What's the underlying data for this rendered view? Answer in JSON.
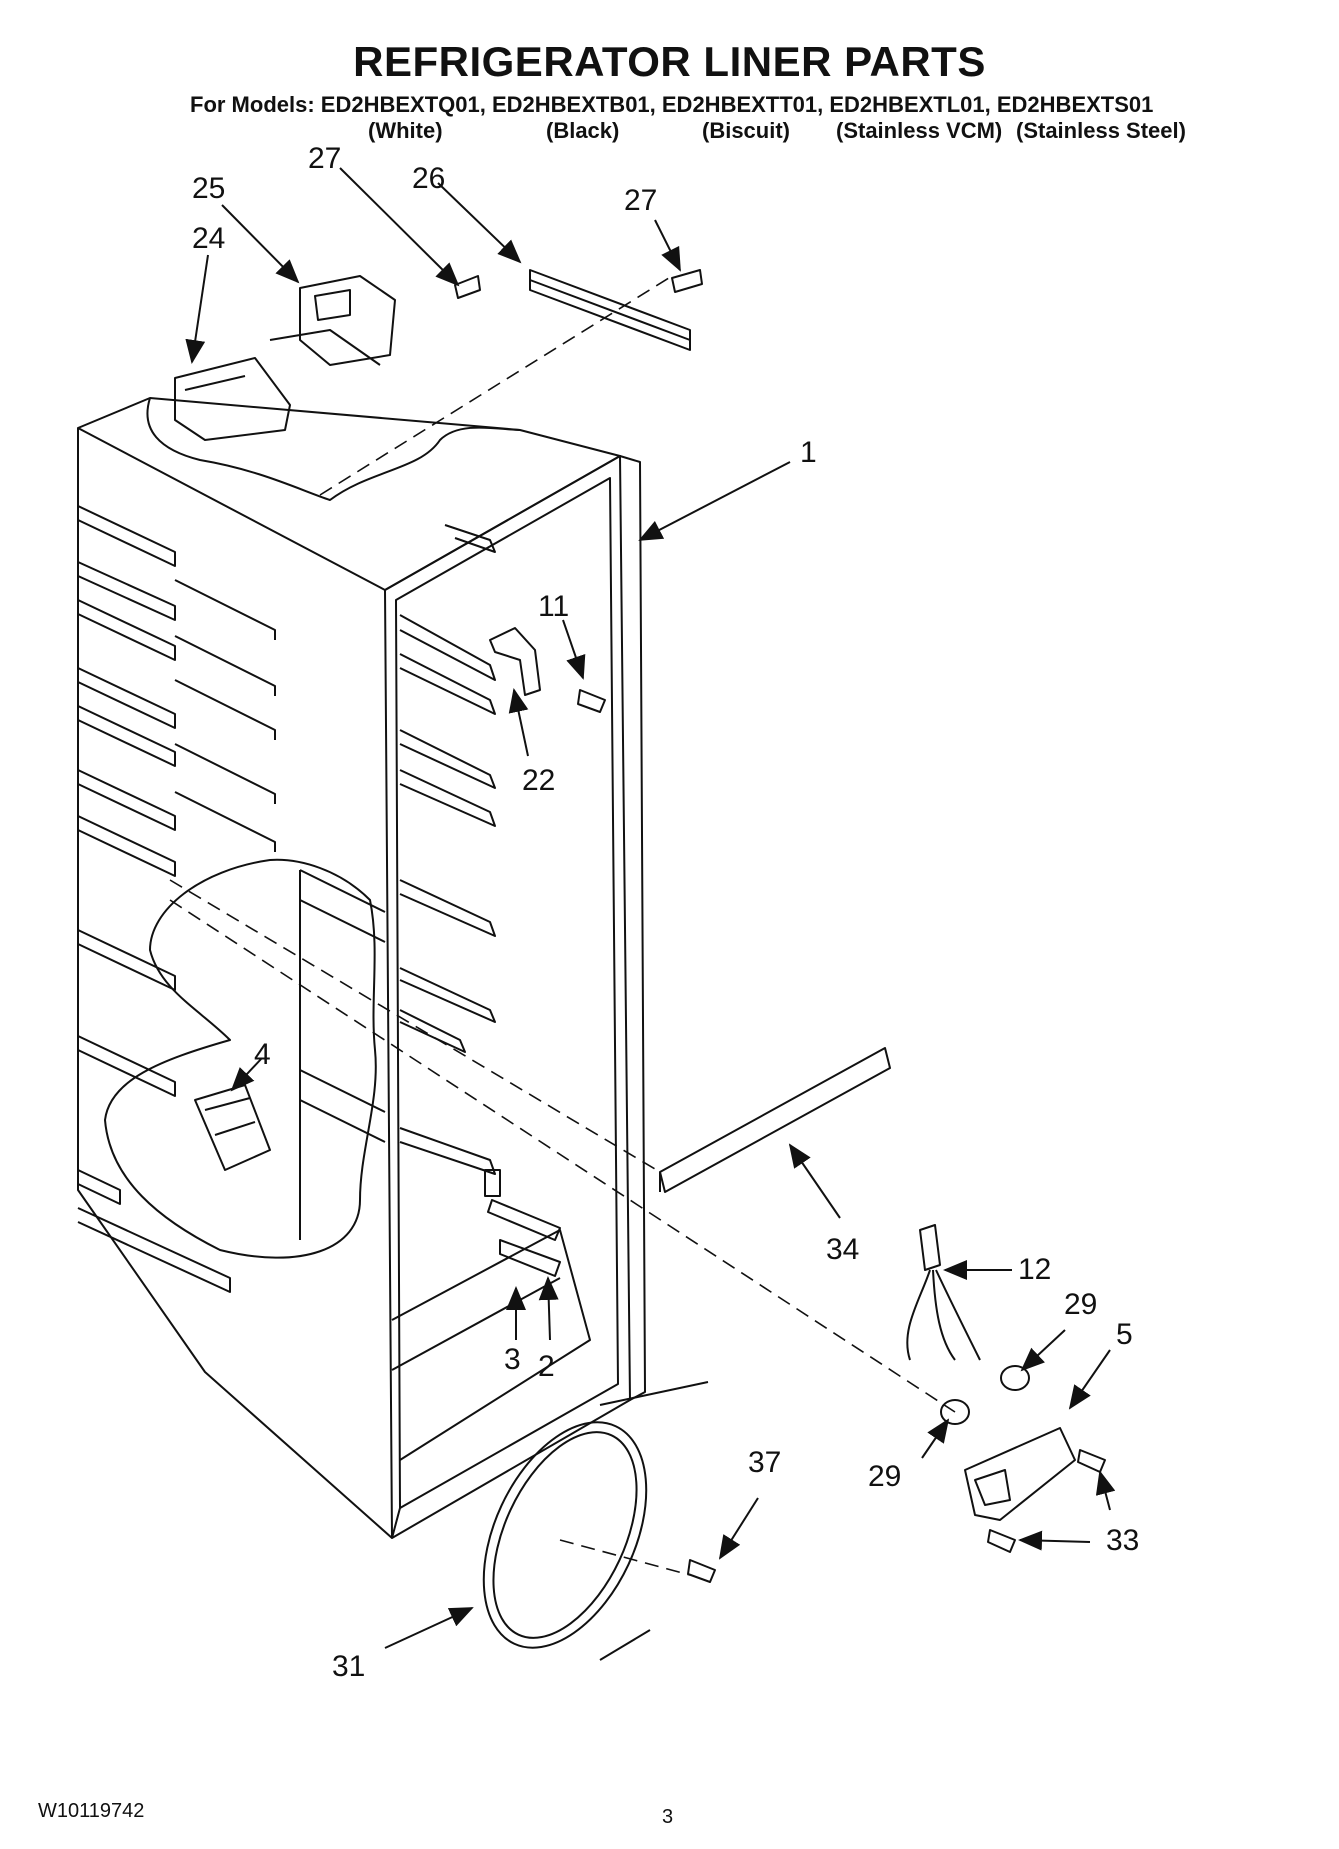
{
  "header": {
    "title": "REFRIGERATOR LINER PARTS",
    "models_line": "For Models: ED2HBEXTQ01, ED2HBEXTB01, ED2HBEXTT01, ED2HBEXTL01, ED2HBEXTS01",
    "colors": [
      "(White)",
      "(Black)",
      "(Biscuit)",
      "(Stainless VCM)",
      "(Stainless Steel)"
    ]
  },
  "callouts": [
    "27",
    "25",
    "26",
    "27",
    "24",
    "1",
    "11",
    "22",
    "4",
    "34",
    "12",
    "29",
    "5",
    "3",
    "2",
    "29",
    "37",
    "33",
    "31"
  ],
  "footer": {
    "doc_number": "W10119742",
    "page_number": "3"
  }
}
